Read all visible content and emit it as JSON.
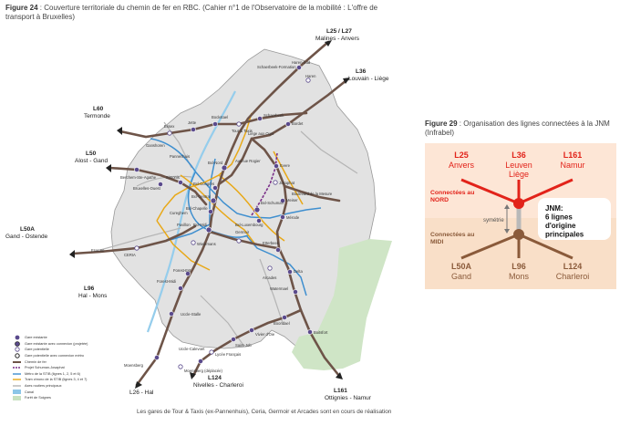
{
  "figure24": {
    "label": "Figure 24",
    "caption": " : Couverture territoriale du chemin de fer en RBC. (Cahier n°1 de l'Observatoire de la mobilité : L'offre de transport à Bruxelles)",
    "footnote": "Les gares de Tour & Taxis (ex-Pannenhuis), Ceria, Germoir et Arcades sont en cours de réalisation"
  },
  "lines": {
    "L25_L27": {
      "code": "L25 / L27",
      "dest": "Malines - Anvers"
    },
    "L36": {
      "code": "L36",
      "dest": "Louvain - Liège"
    },
    "L60": {
      "code": "L60",
      "dest": "Termonde"
    },
    "L50": {
      "code": "L50",
      "dest": "Alost - Gand"
    },
    "L50A": {
      "code": "L50A",
      "dest": "Gand - Ostende"
    },
    "L96": {
      "code": "L96",
      "dest": "Hal - Mons"
    },
    "L26": {
      "code": "L26 - Hal"
    },
    "L124": {
      "code": "L124",
      "dest": "Nivelles - Charleroi"
    },
    "L161": {
      "code": "L161",
      "dest": "Ottignies - Namur"
    }
  },
  "stations": {
    "haren_sud": "Haren-Sud",
    "haren": "Haren",
    "schaerbeek_formation": "Schaerbeek-Formation",
    "bordet": "Bordet",
    "evere": "Evere",
    "jette": "Jette",
    "bockstael": "Bockstael",
    "essex": "Essex",
    "ganshoren": "Ganshoren",
    "berchem": "Berchem-Ste-Agathe",
    "pannenhuis": "Pannenhuis",
    "tour_taxis": "Tour & Taxis",
    "schaerbeek": "Schaerbeek",
    "liege_aux_ours": "Liège aux Ours",
    "simonis": "Simonis",
    "bxl_nord": "Bxl-Nord",
    "rogier": "Avenue Rogier",
    "josaphat": "Josaphat",
    "meiser": "Meiser",
    "bxl_congres": "Bxl-Congrès",
    "bxl_central": "Bxl-Central",
    "bxl_chapelle": "Bxl-Chapelle",
    "bxl_midi": "Bxl-Midi",
    "bxl_ouest": "Bruxelles-Ouest",
    "bxl_schuman": "Bxl-Schuman",
    "bxl_luxembourg": "Bxl-Luxembourg",
    "merode": "Mérode",
    "boulevard_mesure": "Boulevard de la Mesure",
    "cureghem": "Cureghem",
    "pavillon": "Pavillon",
    "wiels": "Wielemans",
    "ceria": "CERIA",
    "erasme": "Erasme",
    "germoir": "Germoir",
    "etterbeek": "Etterbeek",
    "delta": "Delta",
    "arcades": "Arcades",
    "watermael": "Watermael",
    "forest_est": "Forest-Est",
    "forest_midi": "Forest-Midi",
    "uccle_stalle": "Uccle-Stalle",
    "boondael": "Boondael",
    "vivier_oie": "Vivier d'Oie",
    "saint_job": "Saint-Job",
    "uccle_calevoet": "Uccle-Calevoet",
    "lycee_francais": "Lycée Français",
    "boitsfort": "Boitsfort",
    "moensberg": "Moensberg",
    "moensberg_depl": "Moensberg (déplacée)"
  },
  "legend": [
    {
      "icon": "dot-dark",
      "label": "Gare existante"
    },
    {
      "icon": "dot-ring",
      "label": "Gare existante avec connexion (projetée)"
    },
    {
      "icon": "dot-white",
      "label": "Gare potentielle"
    },
    {
      "icon": "dot-white-ring",
      "label": "Gare potentielle avec connexion métro"
    },
    {
      "icon": "line-rail",
      "label": "Chemin de fer"
    },
    {
      "icon": "line-schuman",
      "label": "Projet Schuman-Josaphat"
    },
    {
      "icon": "line-metro",
      "label": "Métro de la STIB (lignes 1, 2, 5 et 6)"
    },
    {
      "icon": "line-tram",
      "label": "Tram chrono de la STIB (lignes 3, 4 et 7)"
    },
    {
      "icon": "line-road",
      "label": "Axes routiers principaux"
    },
    {
      "icon": "area-canal",
      "label": "Canal"
    },
    {
      "icon": "area-forest",
      "label": "Forêt de Soignes"
    }
  ],
  "figure29": {
    "label": "Figure 29",
    "caption": " : Organisation des lignes connectées à la JNM (Infrabel)",
    "north_lines": [
      {
        "code": "L25",
        "dest": "Anvers"
      },
      {
        "code": "L36",
        "dest": "Leuven Liège"
      },
      {
        "code": "L161",
        "dest": "Namur"
      }
    ],
    "south_lines": [
      {
        "code": "L50A",
        "dest": "Gand"
      },
      {
        "code": "L96",
        "dest": "Mons"
      },
      {
        "code": "L124",
        "dest": "Charleroi"
      }
    ],
    "connected_north": "Connectées au NORD",
    "connected_south": "Connectées au MIDI",
    "symmetry": "symétrie",
    "jnm_label": "JNM: 6 lignes d'origine principales"
  },
  "colors": {
    "rail": "#6e5448",
    "metro": "#3f8fcf",
    "tram": "#e8a817",
    "region": "#d4d4d4",
    "forest": "#c8e1c0",
    "canal": "#8cc6e8",
    "station": "#5a4a8c",
    "accent_red": "#e2231a",
    "brown_node": "#8a5a3a",
    "peach": "#fbe3d2"
  }
}
